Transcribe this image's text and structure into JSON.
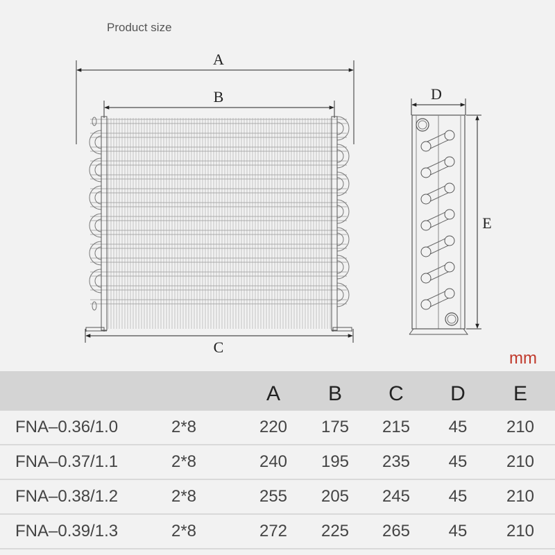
{
  "title": "Product size",
  "unit": "mm",
  "dimension_labels": {
    "a": "A",
    "b": "B",
    "c": "C",
    "d": "D",
    "e": "E"
  },
  "table": {
    "headers": [
      "",
      "",
      "A",
      "B",
      "C",
      "D",
      "E"
    ],
    "rows": [
      {
        "model": "FNA–0.36/1.0",
        "spec": "2*8",
        "a": "220",
        "b": "175",
        "c": "215",
        "d": "45",
        "e": "210"
      },
      {
        "model": "FNA–0.37/1.1",
        "spec": "2*8",
        "a": "240",
        "b": "195",
        "c": "235",
        "d": "45",
        "e": "210"
      },
      {
        "model": "FNA–0.38/1.2",
        "spec": "2*8",
        "a": "255",
        "b": "205",
        "c": "245",
        "d": "45",
        "e": "210"
      },
      {
        "model": "FNA–0.39/1.3",
        "spec": "2*8",
        "a": "272",
        "b": "225",
        "c": "265",
        "d": "45",
        "e": "210"
      }
    ]
  },
  "colors": {
    "unit": "#c0392b",
    "header_bg": "#d4d4d4",
    "line": "#666666"
  }
}
